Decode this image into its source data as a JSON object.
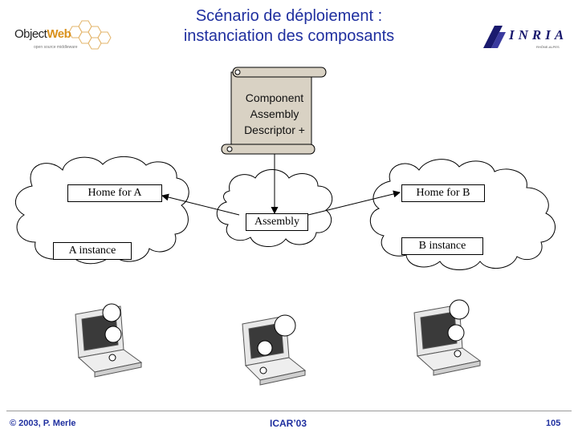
{
  "slide": {
    "title_line1": "Scénario de déploiement :",
    "title_line2": "instanciation des composants"
  },
  "logos": {
    "objectweb": {
      "main": "Object",
      "accent": "Web",
      "sub": "open source middleware"
    },
    "inria": {
      "main": "INRIA",
      "sub": "RHÔNE-ALPES"
    }
  },
  "descriptor": {
    "line1": "Component",
    "line2": "Assembly",
    "line3": "Descriptor +"
  },
  "nodes": {
    "home_a": "Home for A",
    "home_b": "Home for B",
    "assembly": "Assembly",
    "a_instance": "A instance",
    "b_instance": "B instance"
  },
  "footer": {
    "author": "© 2003, P. Merle",
    "event": "ICAR’03",
    "page": "105"
  },
  "colors": {
    "title": "#1f2f9f",
    "scroll": "#d9d2c4",
    "objectweb_accent": "#d9911c"
  },
  "icons": [
    "cloud-icon",
    "scroll-icon",
    "laptop-icon",
    "hexagon-logo-icon"
  ]
}
